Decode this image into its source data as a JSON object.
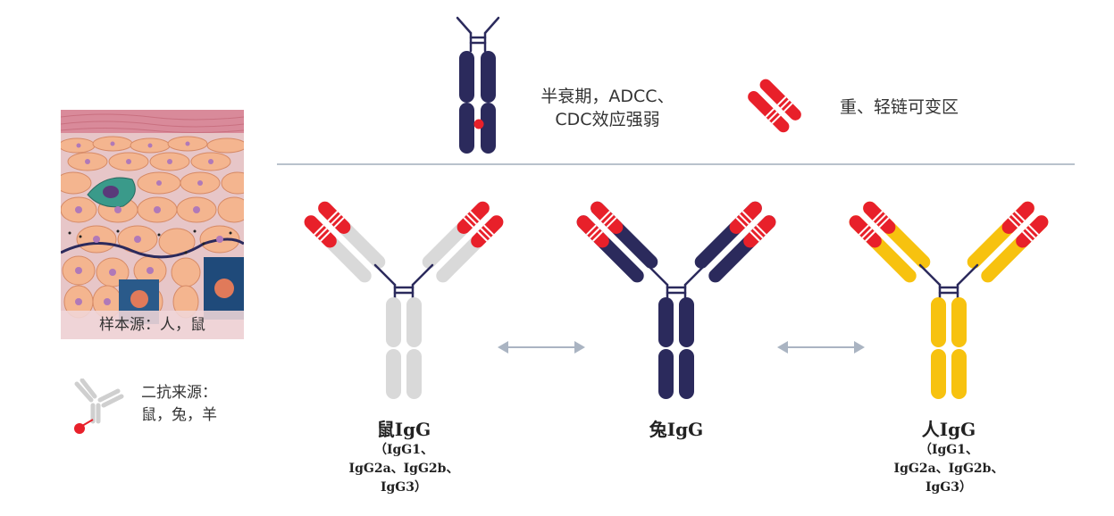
{
  "legend": {
    "fc_line1": "半衰期，ADCC、",
    "fc_line2": "CDC效应强弱",
    "variable_label": "重、轻链可变区"
  },
  "sample": {
    "label": "样本源：人，鼠"
  },
  "secondary": {
    "line1": "二抗来源：",
    "line2": "鼠，兔，羊"
  },
  "antibodies": [
    {
      "title": "鼠IgG",
      "sub1": "（IgG1、",
      "sub2": "IgG2a、IgG2b、",
      "sub3": "IgG3）",
      "color": "#d9d9d9"
    },
    {
      "title": "兔IgG",
      "color": "#2b2a5c"
    },
    {
      "title": "人IgG",
      "sub1": "（IgG1、",
      "sub2": "IgG2a、IgG2b、",
      "sub3": "IgG3）",
      "color": "#f7c20f"
    }
  ],
  "colors": {
    "variable": "#e8202a",
    "dark": "#2b2a5c",
    "arrow": "#aab4c2",
    "divider": "#b9c2cc"
  }
}
